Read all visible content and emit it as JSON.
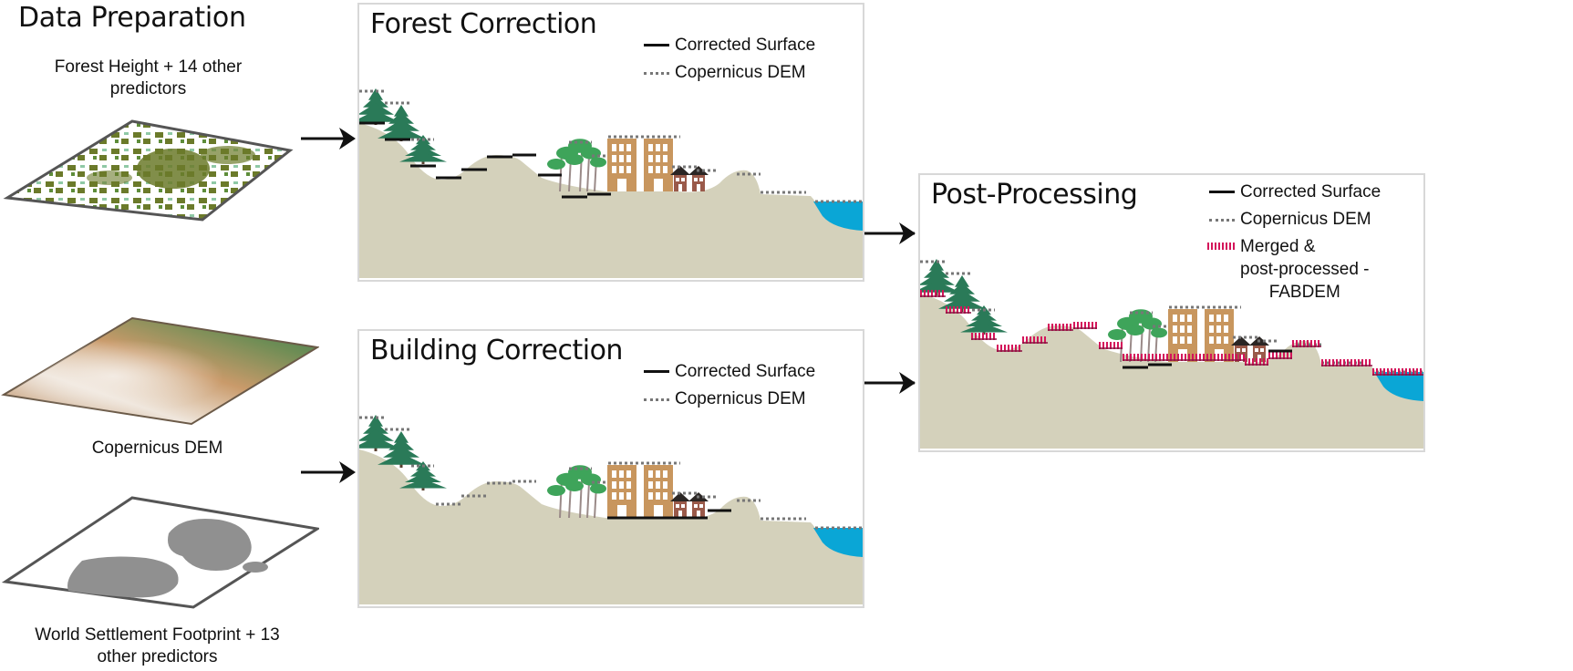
{
  "data_preparation": {
    "title": "Data Preparation",
    "inputs": [
      {
        "caption_line1": "Forest Height + 14 other",
        "caption_line2": "predictors",
        "map_type": "forest-height-map"
      },
      {
        "caption_line1": "Copernicus DEM",
        "caption_line2": "",
        "map_type": "elevation-map"
      },
      {
        "caption_line1": "World Settlement Footprint + 13",
        "caption_line2": "other predictors",
        "map_type": "settlement-map"
      }
    ]
  },
  "panels": {
    "forest": {
      "title": "Forest Correction",
      "legend": [
        {
          "style": "solid",
          "label": "Corrected Surface"
        },
        {
          "style": "dotted",
          "label": "Copernicus DEM"
        }
      ]
    },
    "building": {
      "title": "Building Correction",
      "legend": [
        {
          "style": "solid",
          "label": "Corrected Surface"
        },
        {
          "style": "dotted",
          "label": "Copernicus DEM"
        }
      ]
    },
    "post": {
      "title": "Post-Processing",
      "legend": [
        {
          "style": "solid",
          "label": "Corrected Surface"
        },
        {
          "style": "dotted",
          "label": "Copernicus DEM"
        },
        {
          "style": "pink-hatched",
          "label": "Merged &",
          "label2": "post-processed -",
          "label3": "FABDEM"
        }
      ]
    }
  },
  "flow": [
    {
      "from": "forest-height-map",
      "to": "forest-correction"
    },
    {
      "from": "settlement-map",
      "to": "building-correction"
    },
    {
      "from": "forest-correction",
      "to": "post-processing"
    },
    {
      "from": "building-correction",
      "to": "post-processing"
    }
  ],
  "colors": {
    "terrain": "#d4d1bb",
    "water": "#0aa6d6",
    "dem_dotted": "#777777",
    "corrected_solid": "#111111",
    "fabdem_pink": "#d4145a",
    "building": "#c8965e",
    "house_roof": "#2b2624",
    "house_wall": "#9a5a4a",
    "conifer": "#2a7a58",
    "broadleaf": "#3ea45a",
    "panel_border": "#d8d8d8"
  }
}
